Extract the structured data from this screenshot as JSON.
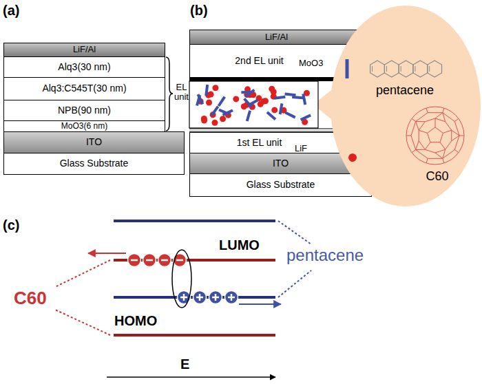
{
  "diagram": {
    "nodes": [
      {
        "text": [
          "LiF/Al"
        ]
      },
      {
        "text": [
          "Alq3(30 nm)"
        ]
      },
      {
        "text": [
          "Alq3:C545T(30 nm)"
        ]
      },
      {
        "text": [
          "NPB(90 nm)"
        ]
      },
      {
        "text": [
          "MoO3(6 nm)"
        ]
      },
      {
        "text": [
          "ITO"
        ]
      },
      {
        "text": [
          "Glass Substrate"
        ]
      },
      {
        "text": [
          "LiF/Al"
        ]
      },
      {
        "text": [
          "2nd EL unit"
        ]
      },
      {
        "text": [
          "1st EL unit"
        ]
      },
      {
        "text": [
          "ITO"
        ]
      },
      {
        "text": [
          "Glass Substrate"
        ]
      },
      {
        "text": [
          "pentacene",
          "C60"
        ]
      }
    ],
    "labels": [
      "(a)",
      "EL unit",
      "(b)",
      "MoO3",
      "LiF",
      "(c)",
      "LUMO",
      "pentacene",
      "HOMO",
      "C60",
      "E"
    ]
  }
}
